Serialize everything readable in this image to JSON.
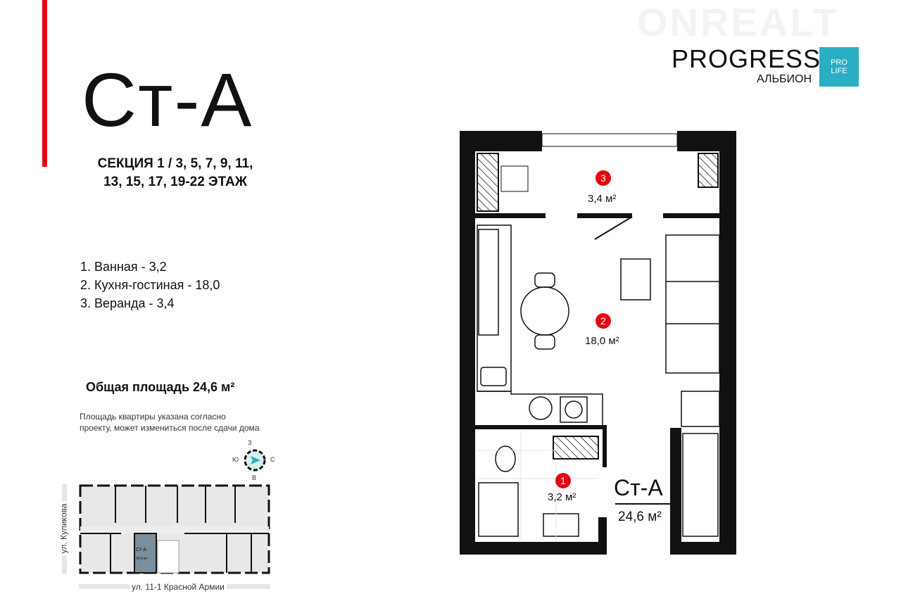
{
  "watermark": "ONREALT",
  "logo": {
    "main": "PROGRESS",
    "sub": "АЛЬБИОН",
    "badge_line1": "PRO",
    "badge_line2": "LIFE",
    "badge_color": "#2aaec2"
  },
  "apartment": {
    "type": "Ст-А",
    "floors_line1": "СЕКЦИЯ 1 / 3, 5, 7, 9, 11,",
    "floors_line2": "13, 15, 17, 19-22 ЭТАЖ"
  },
  "rooms": [
    "1. Ванная - 3,2",
    "2. Кухня-гостиная - 18,0",
    "3. Веранда - 3,4"
  ],
  "total": "Общая площадь 24,6 м²",
  "note_line1": "Площадь квартиры указана согласно",
  "note_line2": "проекту, может измениться после сдачи дома",
  "compass": {
    "n": "С",
    "s": "Ю",
    "e": "В",
    "w": "З"
  },
  "site": {
    "street_left": "ул. Куликова",
    "street_bottom": "ул. 11-1 Красной Армии",
    "unit_label": "Ст-А",
    "unit_area": "24,6 м²"
  },
  "plan": {
    "markers": [
      {
        "num": "1",
        "area": "3,2 м²"
      },
      {
        "num": "2",
        "area": "18,0 м²"
      },
      {
        "num": "3",
        "area": "3,4 м²"
      }
    ],
    "label": "Ст-А",
    "label_area": "24,6 м²",
    "accent": "#e30613"
  }
}
